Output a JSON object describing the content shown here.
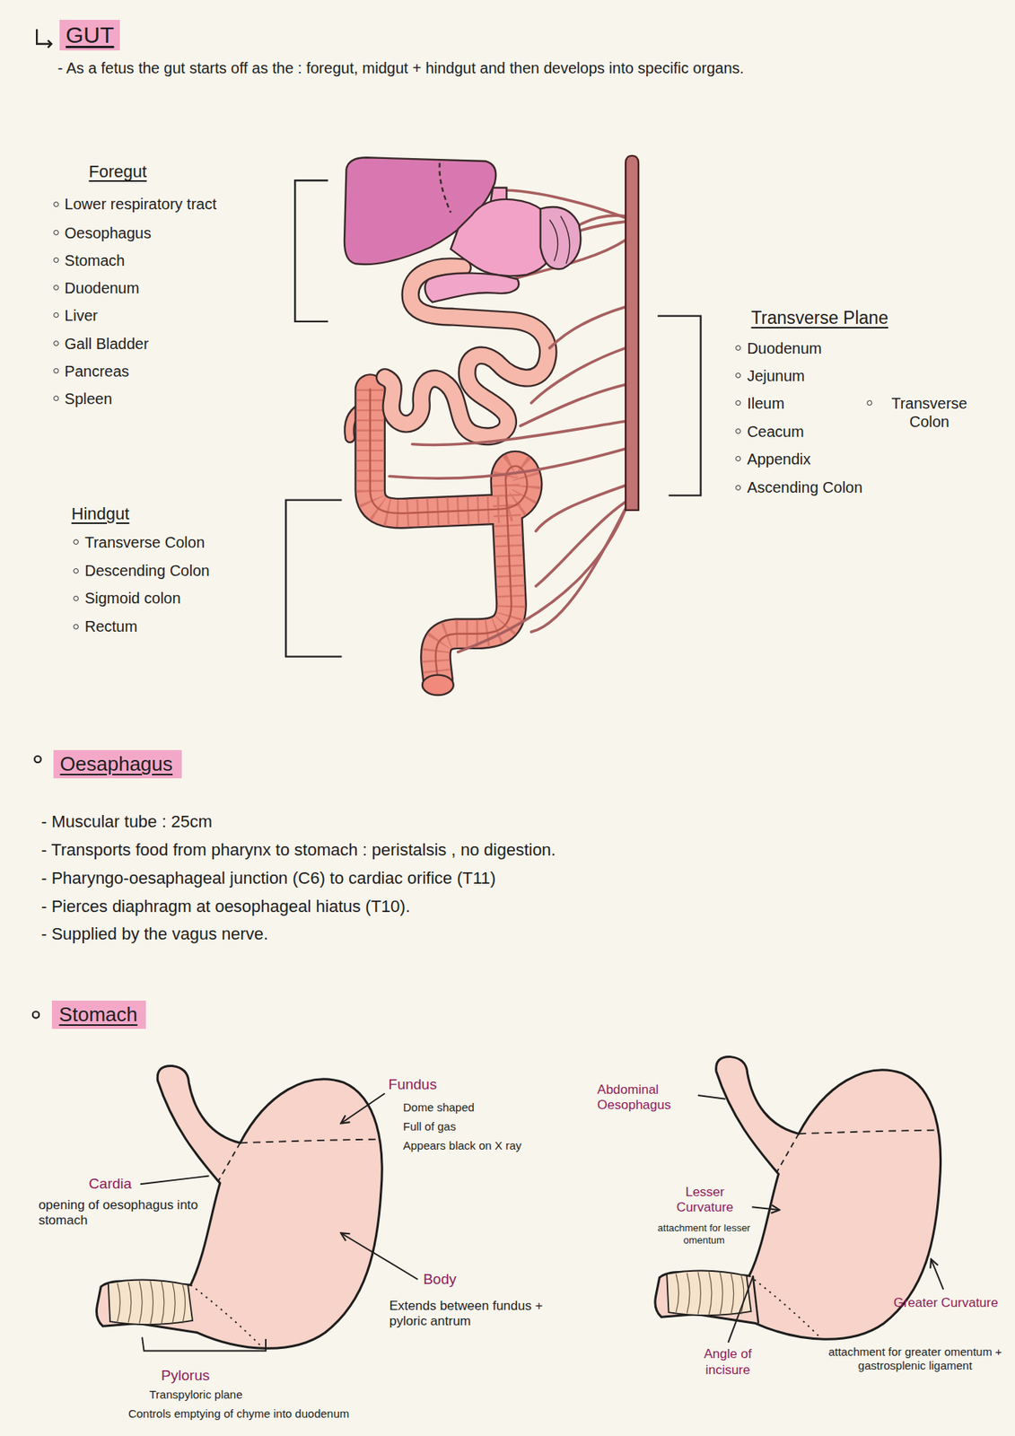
{
  "diagram": {
    "title": "GUT",
    "nodes": [
      {
        "text": [
          "Oesaphagus"
        ]
      },
      {
        "text": [
          "Stomach"
        ]
      }
    ],
    "labels": [
      "- As a fetus the gut starts off as the : foregut, midgut + hindgut and then develops into specific organs.",
      "Foregut",
      "Lower respiratory tract",
      "Oesophagus",
      "Stomach",
      "Duodenum",
      "Liver",
      "Gall Bladder",
      "Pancreas",
      "Spleen",
      "Transverse Plane",
      "Duodenum",
      "Jejunum",
      "Ileum",
      "Ceacum",
      "Appendix",
      "Ascending Colon",
      "Transverse Colon",
      "Hindgut",
      "Transverse Colon",
      "Descending Colon",
      "Sigmoid colon",
      "Rectum",
      "- Muscular tube : 25cm",
      "- Transports food from pharynx to stomach : peristalsis , no digestion.",
      "- Pharyngo-oesaphageal junction (C6) to cardiac orifice (T11)",
      "- Pierces diaphragm at oesophageal hiatus (T10).",
      "- Supplied by the vagus nerve.",
      "Fundus",
      "Dome shaped",
      "Full of gas",
      "Appears black on X ray",
      "Cardia",
      "opening of oesophagus into stomach",
      "Body",
      "Extends between fundus + pyloric antrum",
      "Pylorus",
      "Transpyloric plane",
      "Controls emptying of chyme into duodenum",
      "Abdominal Oesophagus",
      "Lesser Curvature",
      "attachment for lesser omentum",
      "Greater Curvature",
      "attachment for greater omentum + gastrosplenic ligament",
      "Angle of incisure"
    ]
  }
}
